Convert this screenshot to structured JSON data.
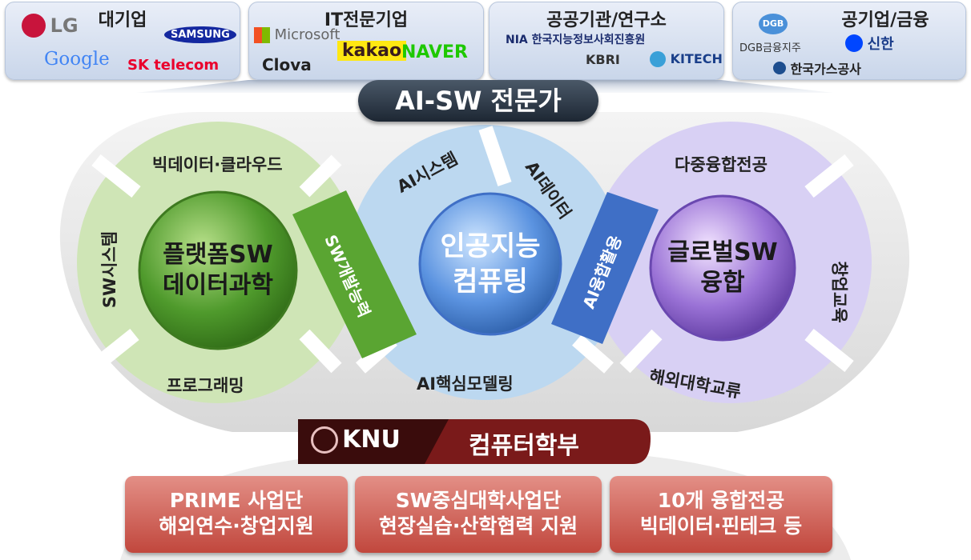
{
  "partners": [
    {
      "title": "대기업",
      "logos": [
        "LG",
        "SAMSUNG",
        "Google",
        "SK telecom"
      ]
    },
    {
      "title": "IT전문기업",
      "logos": [
        "Microsoft",
        "kakao",
        "NAVER",
        "Clova"
      ]
    },
    {
      "title": "공공기관/연구소",
      "logos": [
        "NIA 한국지능정보사회진흥원",
        "KBRI",
        "KITECH"
      ]
    },
    {
      "title": "공기업/금융",
      "logos": [
        "DGB",
        "DGB금융지주",
        "신한",
        "한국가스공사"
      ]
    }
  ],
  "banner": "AI-SW 전문가",
  "left_cluster": {
    "core_line1": "플랫폼SW",
    "core_line2": "데이터과학",
    "segments": [
      "빅데이터·클라우드",
      "SW시스템",
      "프로그래밍"
    ]
  },
  "center_cluster": {
    "core_line1": "인공지능",
    "core_line2": "컴퓨팅",
    "segments": [
      "AI시스템",
      "AI데이터",
      "AI핵심모델링"
    ]
  },
  "right_cluster": {
    "core_line1": "글로벌SW",
    "core_line2": "융합",
    "segments": [
      "다중융합전공",
      "창업교육",
      "해외대학교류"
    ]
  },
  "connectors": {
    "left": "SW개발능력",
    "right": "AI융합활용"
  },
  "department": {
    "logo": "KNU",
    "name": "컴퓨터학부"
  },
  "programs": [
    {
      "line1": "PRIME 사업단",
      "line2": "해외연수·창업지원"
    },
    {
      "line1": "SW중심대학사업단",
      "line2": "현장실습·산학협력 지원"
    },
    {
      "line1": "10개 융합전공",
      "line2": "빅데이터·핀테크 등"
    }
  ],
  "colors": {
    "green": "#4f9a2c",
    "blue": "#4a86d8",
    "purple": "#8e66cc",
    "dark_red": "#7a1a1a"
  }
}
